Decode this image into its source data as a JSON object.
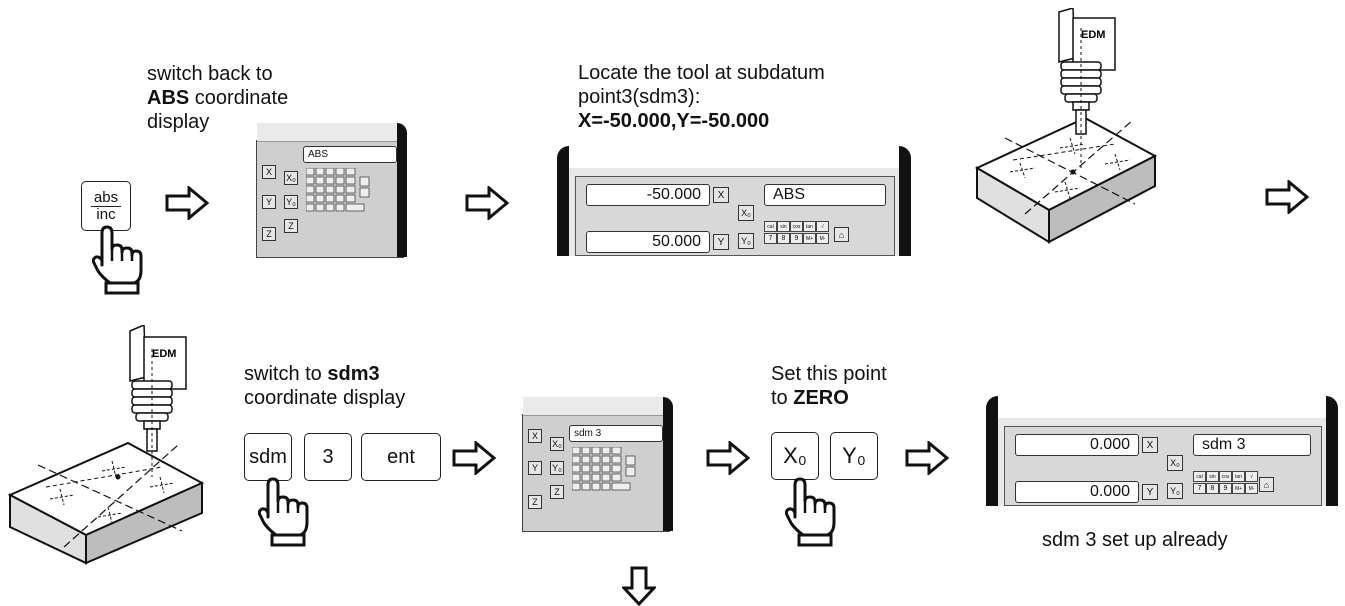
{
  "step1": {
    "line1": "switch back to",
    "line2_bold": "ABS",
    "line2_rest": " coordinate",
    "line3": "display",
    "key_top": "abs",
    "key_bottom": "inc"
  },
  "panel_small_1": {
    "display": "ABS",
    "axis_x": "X",
    "axis_y": "Y",
    "axis_z": "Z",
    "key_x0": "X₀",
    "key_y0": "Y₀",
    "key_z0": "Z"
  },
  "step2": {
    "line1": "Locate the tool at subdatum",
    "line2": "point3(sdm3):",
    "line3_bold": "X=-50.000,Y=-50.000"
  },
  "panel_large_1": {
    "x_value": "-50.000",
    "y_value": "50.000",
    "axis_x": "X",
    "axis_y": "Y",
    "display": "ABS",
    "key_x0": "X₀",
    "key_y0": "Y₀",
    "keys_row1": [
      "cal",
      "sin",
      "cos",
      "tan"
    ],
    "keys_row2": [
      "7",
      "8",
      "9",
      "M+",
      "M-"
    ]
  },
  "edm_label": "EDM",
  "step3": {
    "line1": "switch to ",
    "line1_bold": "sdm3",
    "line2": "coordinate display",
    "key_sdm": "sdm",
    "key_3": "3",
    "key_ent": "ent"
  },
  "panel_small_2": {
    "display": "sdm 3",
    "axis_x": "X",
    "axis_y": "Y",
    "axis_z": "Z",
    "key_x0": "X₀",
    "key_y0": "Y₀",
    "key_z0": "Z"
  },
  "step4": {
    "line1": "Set this point",
    "line2": "to ",
    "line2_bold": "ZERO",
    "key_x0": "X₀",
    "key_y0": "Y₀"
  },
  "panel_large_2": {
    "x_value": "0.000",
    "y_value": "0.000",
    "axis_x": "X",
    "axis_y": "Y",
    "display": "sdm 3",
    "key_x0": "X₀",
    "key_y0": "Y₀",
    "keys_row1": [
      "cal",
      "sin",
      "cos",
      "tan"
    ],
    "keys_row2": [
      "7",
      "8",
      "9",
      "M+",
      "M-"
    ],
    "caption": "sdm 3 set up already"
  }
}
